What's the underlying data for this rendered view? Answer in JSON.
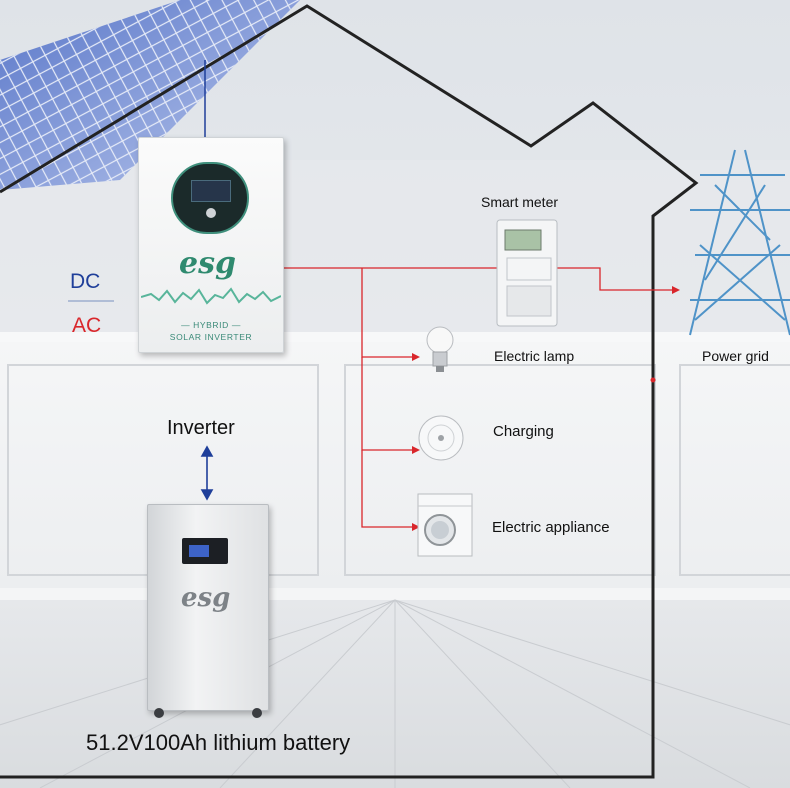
{
  "labels": {
    "dc": "DC",
    "ac": "AC",
    "inverter": "Inverter",
    "battery": "51.2V100Ah lithium battery",
    "smart_meter": "Smart meter",
    "power_grid": "Power grid",
    "electric_lamp": "Electric lamp",
    "charging": "Charging",
    "electric_appliance": "Electric appliance"
  },
  "inverter_panel": {
    "logo": "esg",
    "line1": "— HYBRID —",
    "line2": "SOLAR INVERTER"
  },
  "battery_unit": {
    "logo": "esg"
  },
  "colors": {
    "dc": "#1f3f9a",
    "ac": "#d9262b",
    "house_outline": "#222222",
    "accent_green": "#3a8a78"
  }
}
